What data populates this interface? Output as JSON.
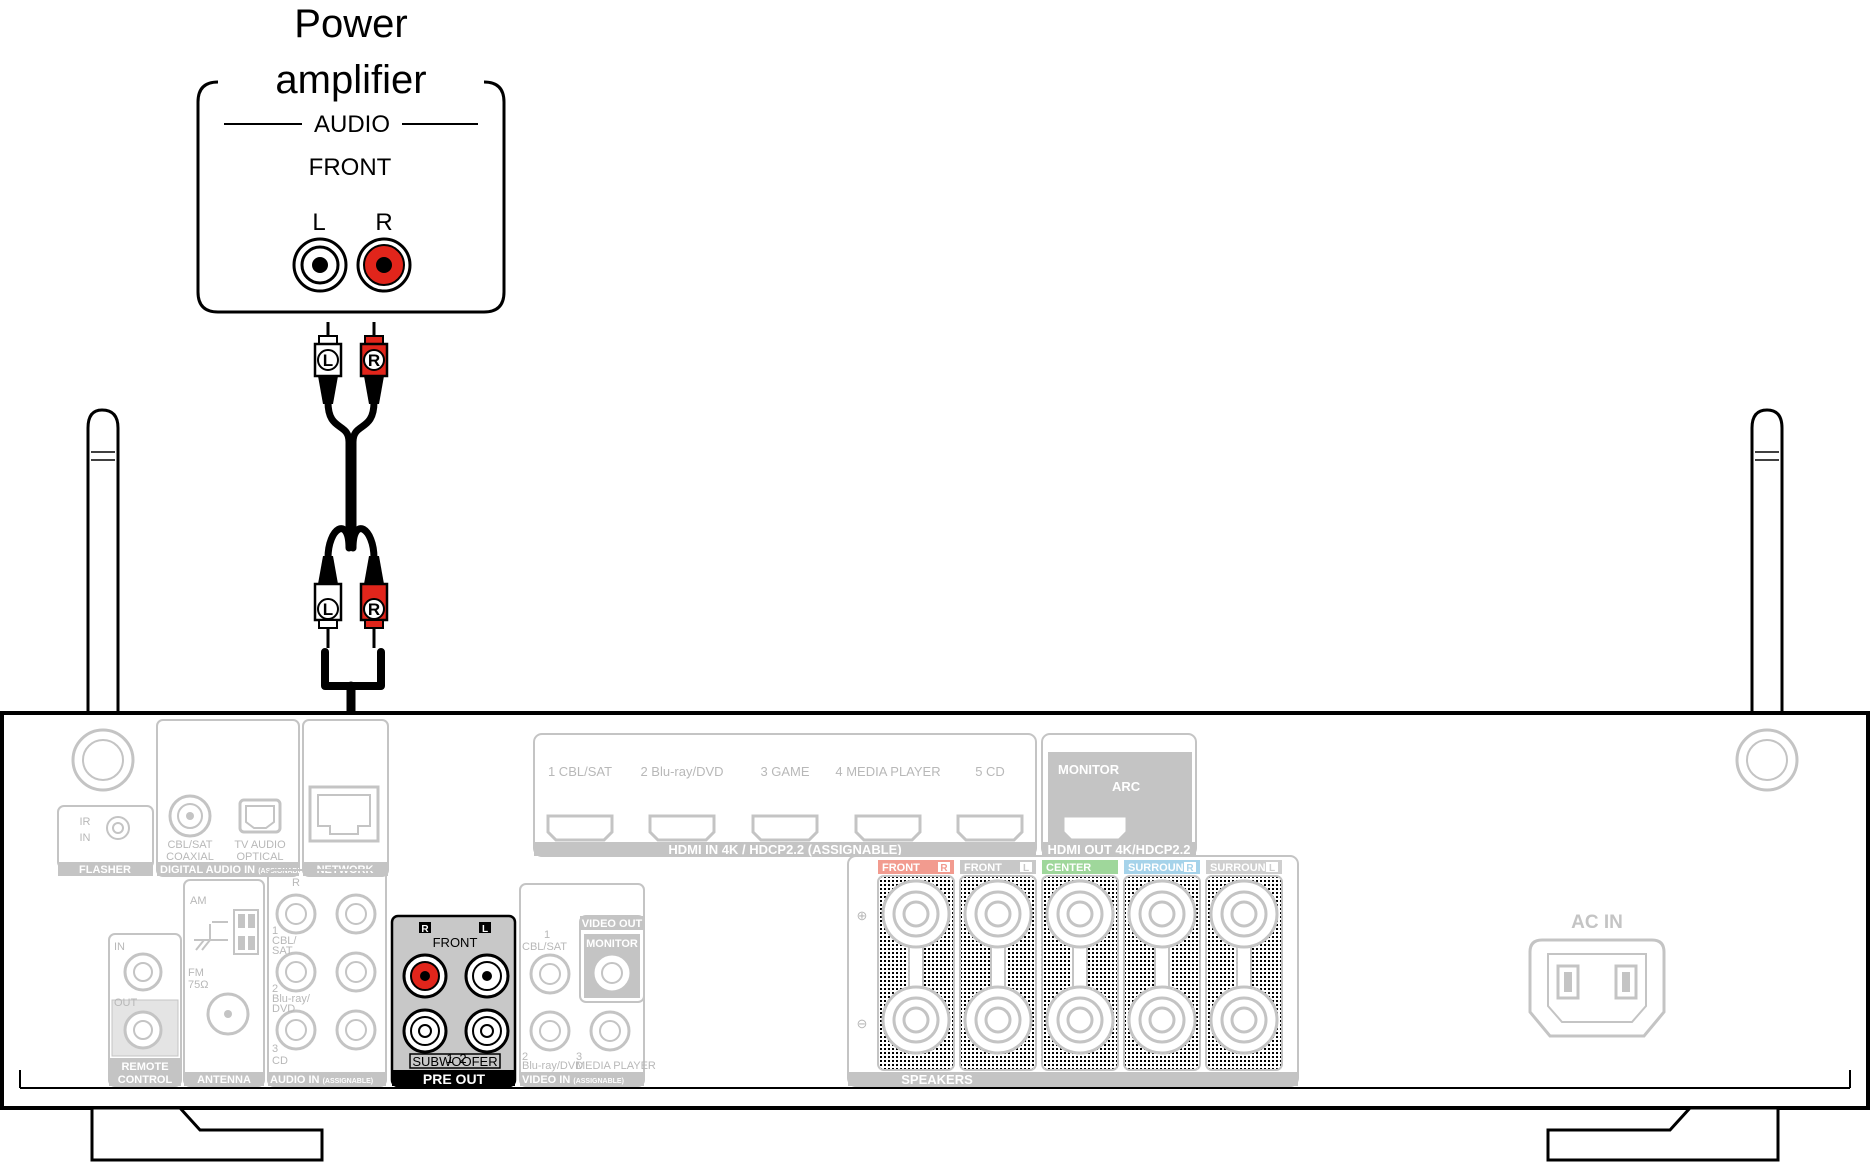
{
  "amplifier": {
    "title_line1": "Power",
    "title_line2": "amplifier",
    "section": "AUDIO",
    "group": "FRONT",
    "left": "L",
    "right": "R"
  },
  "cable": {
    "plug_left": "L",
    "plug_right": "R"
  },
  "receiver": {
    "flasher": {
      "ir": "IR",
      "in": "IN",
      "label": "FLASHER"
    },
    "digital": {
      "coaxial_source": "CBL/SAT",
      "coaxial": "COAXIAL",
      "optical_source": "TV AUDIO",
      "optical": "OPTICAL",
      "label": "DIGITAL AUDIO IN",
      "note": "(ASSIGNABLE)"
    },
    "network": "NETWORK",
    "hdmi_in": {
      "inputs": [
        "1 CBL/SAT",
        "2 Blu-ray/DVD",
        "3 GAME",
        "4 MEDIA PLAYER",
        "5 CD"
      ],
      "label": "HDMI IN  4K / HDCP2.2 (ASSIGNABLE)"
    },
    "hdmi_out": {
      "monitor": "MONITOR",
      "arc": "ARC",
      "label": "HDMI OUT 4K/HDCP2.2"
    },
    "antenna": {
      "am": "AM",
      "fm": "FM",
      "fm_ohm": "75Ω",
      "label": "ANTENNA"
    },
    "remote": {
      "in": "IN",
      "out": "OUT",
      "label_line1": "REMOTE",
      "label_line2": "CONTROL"
    },
    "audio_in": {
      "r": "R",
      "src1_a": "1",
      "src1_b": "CBL/",
      "src1_c": "SAT",
      "src2_a": "2",
      "src2_b": "Blu-ray/",
      "src2_c": "DVD",
      "src3_a": "3",
      "src3_b": "CD",
      "label": "AUDIO IN",
      "note": "(ASSIGNABLE)"
    },
    "pre_out": {
      "r": "R",
      "l": "L",
      "front": "FRONT",
      "sub1": "1",
      "sub2": "2",
      "subwoofer": "SUBWOOFER",
      "label": "PRE OUT"
    },
    "video_in": {
      "src1_a": "1",
      "src1_b": "CBL/SAT",
      "src2": "2",
      "src2_name": "Blu-ray/DVD",
      "src3": "3",
      "src3_name": "MEDIA PLAYER",
      "label": "VIDEO IN",
      "note": "(ASSIGNABLE)"
    },
    "video_out": {
      "label": "VIDEO OUT",
      "monitor": "MONITOR"
    },
    "speakers": {
      "channels": [
        {
          "name": "FRONT",
          "side": "R",
          "color": "#f29b8f"
        },
        {
          "name": "FRONT",
          "side": "L",
          "color": "#c8c8c8"
        },
        {
          "name": "CENTER",
          "side": "",
          "color": "#9fd79b"
        },
        {
          "name": "SURROUND",
          "side": "R",
          "color": "#a6d3ea"
        },
        {
          "name": "SURROUND",
          "side": "L",
          "color": "#cfcfcf"
        }
      ],
      "plus": "⊕",
      "minus": "⊖",
      "label": "SPEAKERS"
    },
    "ac_in": "AC IN"
  },
  "colors": {
    "red_jack": "#e1251b",
    "gray": "#b8b8b8",
    "dark": "#000000"
  }
}
